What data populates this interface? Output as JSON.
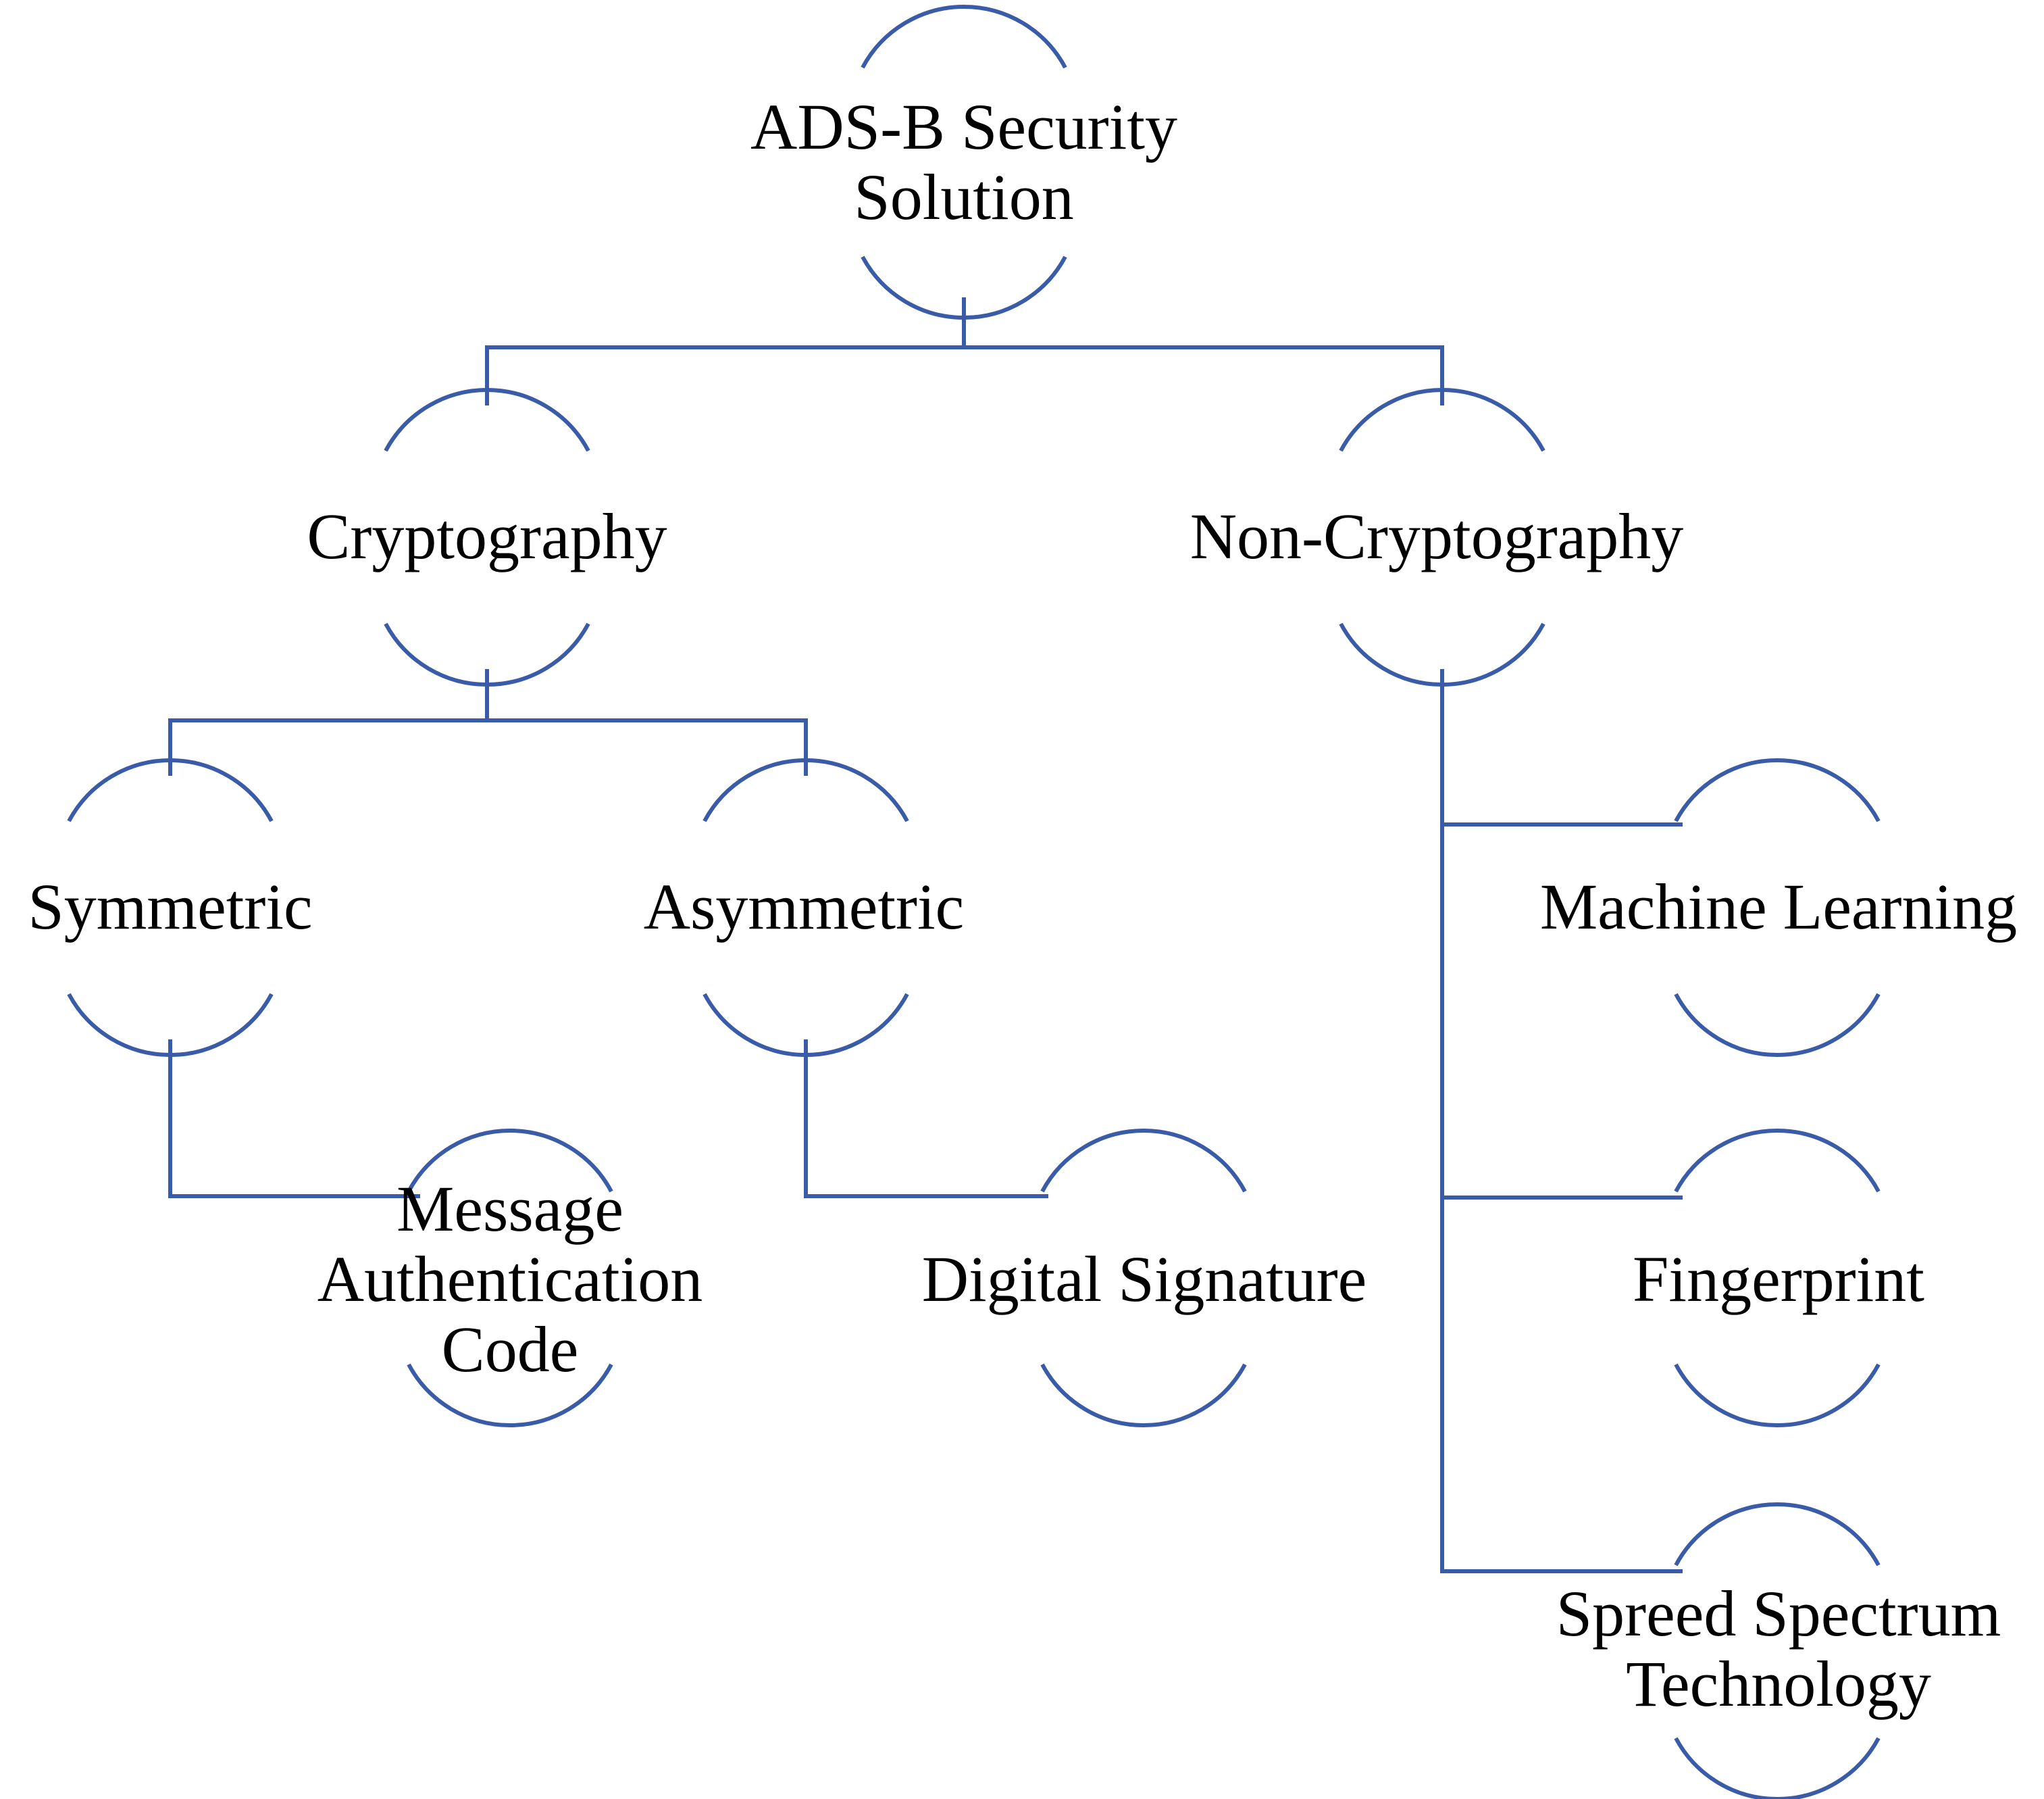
{
  "colors": {
    "line": "#3a5ca8",
    "text": "#000000",
    "background": "#ffffff"
  },
  "nodes": [
    {
      "id": "root",
      "lines": [
        "ADS-B Security",
        "Solution"
      ]
    },
    {
      "id": "cryptography",
      "lines": [
        "Cryptography"
      ]
    },
    {
      "id": "non-cryptography",
      "lines": [
        "Non-Cryptography"
      ]
    },
    {
      "id": "symmetric",
      "lines": [
        "Symmetric"
      ]
    },
    {
      "id": "asymmetric",
      "lines": [
        "Asymmetric"
      ]
    },
    {
      "id": "message-authentication-code",
      "lines": [
        "Message",
        "Authentication",
        "Code"
      ]
    },
    {
      "id": "digital-signature",
      "lines": [
        "Digital Signature"
      ]
    },
    {
      "id": "machine-learning",
      "lines": [
        "Machine Learning"
      ]
    },
    {
      "id": "fingerprint",
      "lines": [
        "Fingerprint"
      ]
    },
    {
      "id": "spreed-spectrum-technology",
      "lines": [
        "Spreed Spectrum",
        "Technology"
      ]
    }
  ],
  "edges": [
    {
      "from": "root",
      "to": "cryptography"
    },
    {
      "from": "root",
      "to": "non-cryptography"
    },
    {
      "from": "cryptography",
      "to": "symmetric"
    },
    {
      "from": "cryptography",
      "to": "asymmetric"
    },
    {
      "from": "symmetric",
      "to": "message-authentication-code"
    },
    {
      "from": "asymmetric",
      "to": "digital-signature"
    },
    {
      "from": "non-cryptography",
      "to": "machine-learning"
    },
    {
      "from": "non-cryptography",
      "to": "fingerprint"
    },
    {
      "from": "non-cryptography",
      "to": "spreed-spectrum-technology"
    }
  ]
}
